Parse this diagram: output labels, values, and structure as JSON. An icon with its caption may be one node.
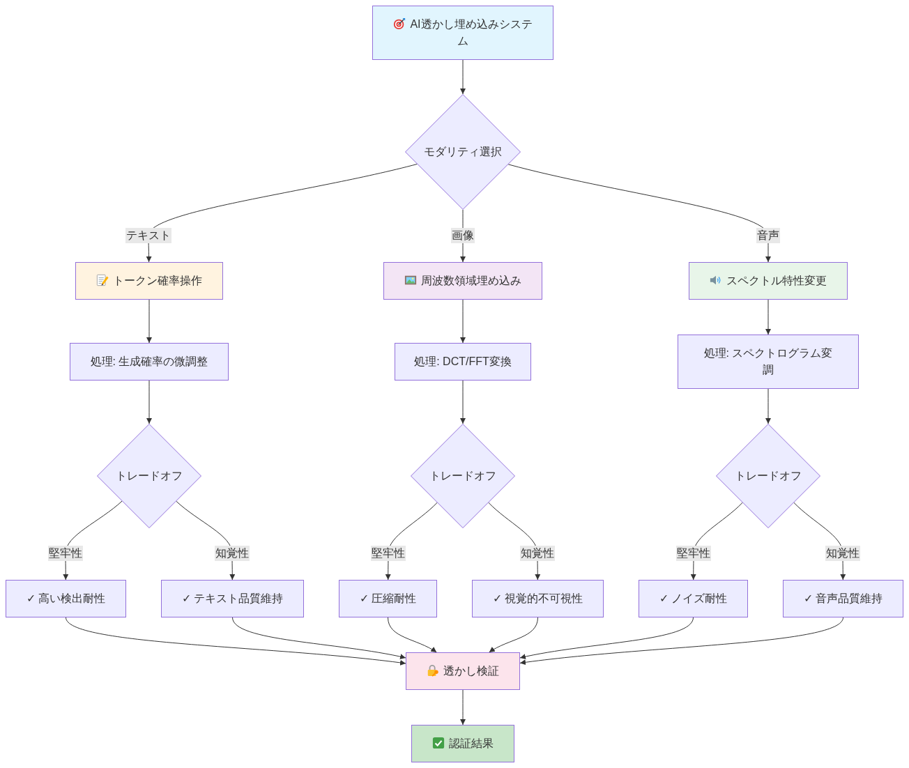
{
  "diagram": {
    "nodes": [
      {
        "text": [
          "AI透かし埋め込みシステム"
        ]
      },
      {
        "text": [
          "モダリティ選択"
        ]
      },
      {
        "text": [
          "トークン確率操作"
        ]
      },
      {
        "text": [
          "周波数領域埋め込み"
        ]
      },
      {
        "text": [
          "スペクトル特性変更"
        ]
      },
      {
        "text": [
          "処理: 生成確率の微調整"
        ]
      },
      {
        "text": [
          "処理: DCT/FFT変換"
        ]
      },
      {
        "text": [
          "処理: スペクトログラム変調"
        ]
      },
      {
        "text": [
          "トレードオフ"
        ]
      },
      {
        "text": [
          "トレードオフ"
        ]
      },
      {
        "text": [
          "トレードオフ"
        ]
      },
      {
        "text": [
          "✓ 高い検出耐性"
        ]
      },
      {
        "text": [
          "✓ テキスト品質維持"
        ]
      },
      {
        "text": [
          "✓ 圧縮耐性"
        ]
      },
      {
        "text": [
          "✓ 視覚的不可視性"
        ]
      },
      {
        "text": [
          "✓ ノイズ耐性"
        ]
      },
      {
        "text": [
          "✓ 音声品質維持"
        ]
      },
      {
        "text": [
          "透かし検証"
        ]
      },
      {
        "text": [
          "認証結果"
        ]
      }
    ],
    "edges": [
      {
        "from": 0,
        "to": 1,
        "arrow": "to"
      },
      {
        "from": 1,
        "to": 2,
        "arrow": "to",
        "label": "テキスト"
      },
      {
        "from": 1,
        "to": 3,
        "arrow": "to",
        "label": "画像"
      },
      {
        "from": 1,
        "to": 4,
        "arrow": "to",
        "label": "音声"
      },
      {
        "from": 2,
        "to": 5,
        "arrow": "to"
      },
      {
        "from": 3,
        "to": 6,
        "arrow": "to"
      },
      {
        "from": 4,
        "to": 7,
        "arrow": "to"
      },
      {
        "from": 5,
        "to": 8,
        "arrow": "to"
      },
      {
        "from": 6,
        "to": 9,
        "arrow": "to"
      },
      {
        "from": 7,
        "to": 10,
        "arrow": "to"
      },
      {
        "from": 8,
        "to": 11,
        "arrow": "to",
        "label": "堅牢性"
      },
      {
        "from": 8,
        "to": 12,
        "arrow": "to",
        "label": "知覚性"
      },
      {
        "from": 9,
        "to": 13,
        "arrow": "to",
        "label": "堅牢性"
      },
      {
        "from": 9,
        "to": 14,
        "arrow": "to",
        "label": "知覚性"
      },
      {
        "from": 10,
        "to": 15,
        "arrow": "to",
        "label": "堅牢性"
      },
      {
        "from": 10,
        "to": 16,
        "arrow": "to",
        "label": "知覚性"
      },
      {
        "from": 11,
        "to": 17,
        "arrow": "to"
      },
      {
        "from": 12,
        "to": 17,
        "arrow": "to"
      },
      {
        "from": 13,
        "to": 17,
        "arrow": "to"
      },
      {
        "from": 14,
        "to": 17,
        "arrow": "to"
      },
      {
        "from": 15,
        "to": 17,
        "arrow": "to"
      },
      {
        "from": 16,
        "to": 17,
        "arrow": "to"
      },
      {
        "from": 17,
        "to": 18,
        "arrow": "to"
      }
    ]
  }
}
